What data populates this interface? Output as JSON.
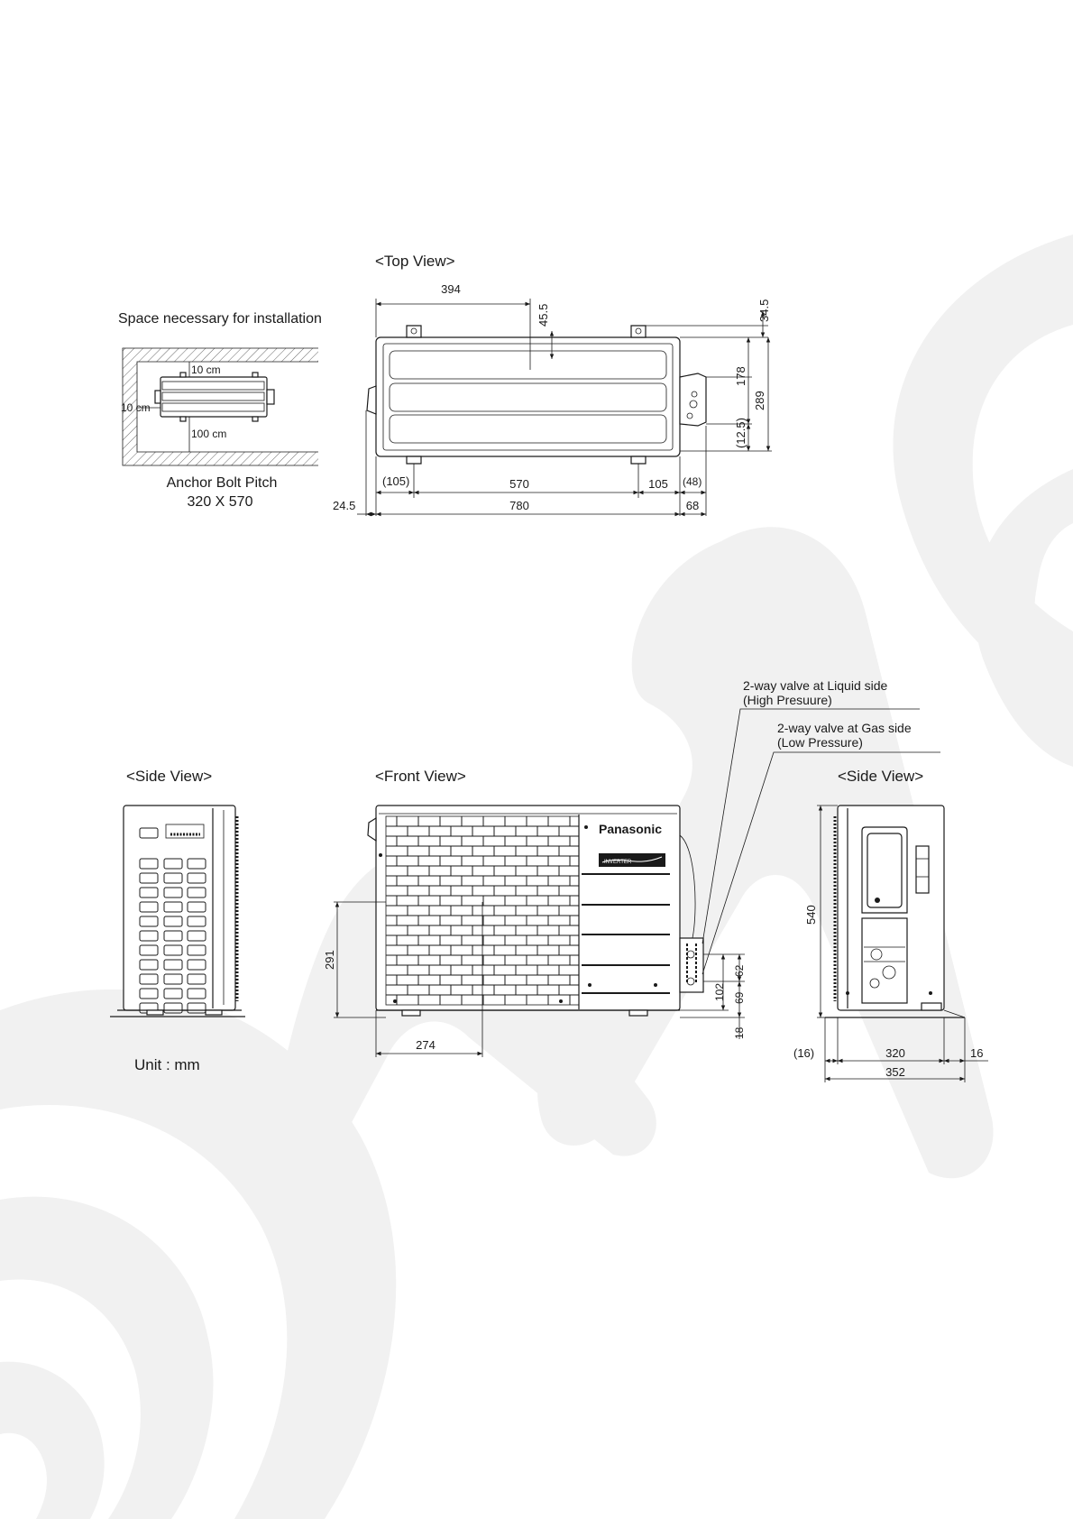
{
  "titles": {
    "top_view": "<Top View>",
    "side_view_left": "<Side View>",
    "front_view": "<Front View>",
    "side_view_right": "<Side View>"
  },
  "install": {
    "caption": "Space necessary for installation",
    "top_clearance": "10 cm",
    "left_clearance": "10 cm",
    "front_clearance": "100 cm",
    "anchor_title": "Anchor Bolt Pitch",
    "anchor_value": "320 X 570"
  },
  "top_dims": {
    "d394": "394",
    "d45_5": "45.5",
    "d34_5": "34.5",
    "d178": "178",
    "d289": "289",
    "d12_5": "(12.5)",
    "d105l": "(105)",
    "d570": "570",
    "d105r": "105",
    "d48": "(48)",
    "d24_5": "24.5",
    "d780": "780",
    "d68": "68"
  },
  "front": {
    "brand": "Panasonic",
    "badge": "INVERTER",
    "d291": "291",
    "d274": "274",
    "d62": "62",
    "d69": "69",
    "d102": "102",
    "d18": "18"
  },
  "valves": {
    "liquid_line1": "2-way valve at Liquid side",
    "liquid_line2": "(High Presuure)",
    "gas_line1": "2-way valve at Gas side",
    "gas_line2": "(Low Pressure)"
  },
  "side_right": {
    "d540": "540",
    "d16l": "(16)",
    "d320": "320",
    "d16r": "16",
    "d352": "352"
  },
  "unit_note": "Unit : mm"
}
